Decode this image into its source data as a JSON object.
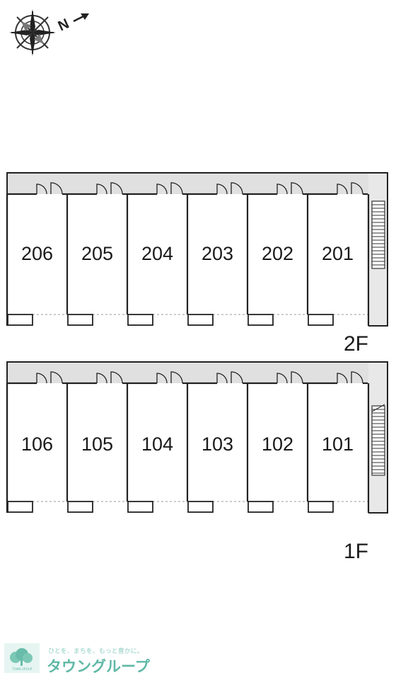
{
  "compass": {
    "label": "N"
  },
  "floors": [
    {
      "label": "2F",
      "rooms": [
        "206",
        "205",
        "204",
        "203",
        "202",
        "201"
      ]
    },
    {
      "label": "1F",
      "rooms": [
        "106",
        "105",
        "104",
        "103",
        "102",
        "101"
      ]
    }
  ],
  "brand": {
    "logo_caption": "TOWN GROUP",
    "tagline": "ひとを、まちを、もっと豊かに。",
    "name": "タウングループ",
    "color": "#5fb8a6"
  }
}
